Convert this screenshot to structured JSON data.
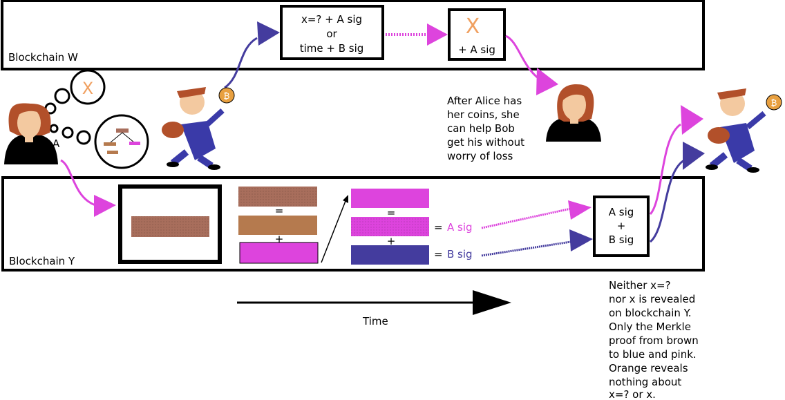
{
  "blockchain_w": {
    "label": "Blockchain W"
  },
  "blockchain_y": {
    "label": "Blockchain Y"
  },
  "contract_box": {
    "lines": [
      "x=? + A sig",
      "or",
      "time + B sig"
    ]
  },
  "reveal_box": {
    "glyph": "X",
    "text": "+ A sig"
  },
  "thought": {
    "glyph": "X"
  },
  "alice": {
    "label": "A"
  },
  "alice_note": {
    "lines": [
      "After Alice has",
      "her coins, she",
      "can help Bob",
      "get his without",
      "worry of loss"
    ]
  },
  "ops": {
    "eq1": "=",
    "plus1": "+",
    "eq2": "=",
    "plus2": "+"
  },
  "sig_labels": {
    "eq_a": "=",
    "a_sig": "A sig",
    "eq_b": "=",
    "b_sig": "B sig"
  },
  "final_box": {
    "lines": [
      "A sig",
      "+",
      "B sig"
    ]
  },
  "time_axis": {
    "label": "Time"
  },
  "bottom_note": {
    "lines": [
      "Neither x=?",
      "nor x is revealed",
      "on blockchain Y.",
      "Only the Merkle",
      "proof from brown",
      "to blue and pink.",
      "Orange reveals",
      "nothing about",
      "x=? or x."
    ]
  },
  "colors": {
    "brown": "#a86e5c",
    "orange": "#b57a4e",
    "pink": "#dd44dd",
    "blue": "#443c9e",
    "orange_x": "#f0a060",
    "skin": "#f3c9a0",
    "hair": "#b2502a"
  }
}
